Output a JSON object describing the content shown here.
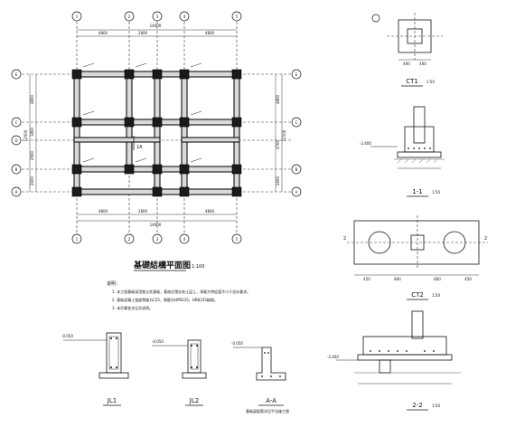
{
  "plan": {
    "title": "基礎結構平面图",
    "scale": "1:100",
    "top_dims": [
      "4800",
      "2800",
      "4800"
    ],
    "top_total": "14000",
    "bottom_dims": [
      "4800",
      "2800",
      "4800"
    ],
    "bottom_total": "14000",
    "left_dims": [
      "4800",
      "1800",
      "2900",
      "2600"
    ],
    "left_total": "12500",
    "right_dims": [
      "4800",
      "4700",
      "2600"
    ],
    "right_total": "12100",
    "grid_numbers": [
      "1",
      "2",
      "3",
      "4",
      "5"
    ],
    "grid_letters": [
      "A",
      "B",
      "C",
      "D",
      "E"
    ],
    "section_mark": "1A"
  },
  "notes": {
    "heading": "说明：",
    "items": [
      "1. 本工程基础采用独立柱基础，基底应落在老土层上，承载力特征值不小于设计要求。",
      "2. 基础混凝土强度等级为C25，钢筋为HPB235，HRB335级钢。",
      "3. 未尽事宜详见总说明。"
    ]
  },
  "details": {
    "ct1": {
      "label": "CT1",
      "scale": "1:50",
      "dims": [
        "400",
        "400"
      ]
    },
    "s11": {
      "label": "1-1",
      "scale": "1:50",
      "elev": "-2.400"
    },
    "ct2": {
      "label": "CT2",
      "scale": "1:50",
      "dims": [
        "450",
        "800",
        "800",
        "450"
      ],
      "section": "2"
    },
    "s22": {
      "label": "2-2",
      "scale": "1:50",
      "elev": "-2.400"
    },
    "jl1": {
      "label": "JL1",
      "elev": "-0.050"
    },
    "jl2": {
      "label": "JL2",
      "elev": "-0.050"
    },
    "aa": {
      "label": "A-A",
      "elev": "-0.050",
      "note": "基础梁配筋详见平法施工图"
    }
  }
}
